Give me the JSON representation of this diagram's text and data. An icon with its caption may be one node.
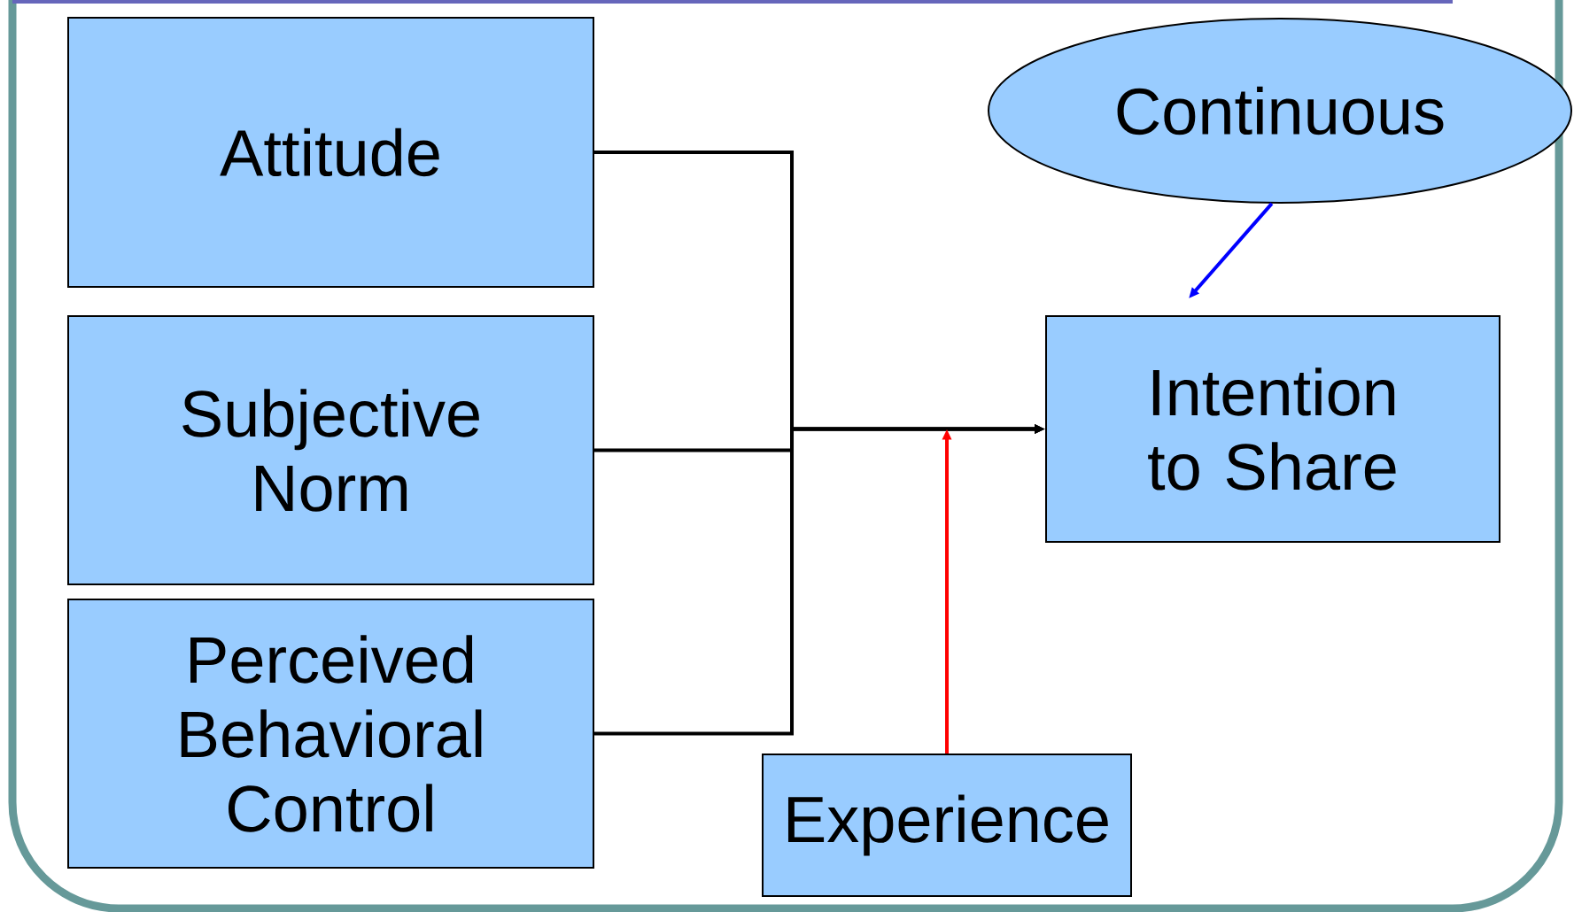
{
  "diagram": {
    "nodes": [
      {
        "text": [
          "Attitude"
        ]
      },
      {
        "text": [
          "Continuous"
        ]
      },
      {
        "text": [
          "Subjective Norm"
        ]
      },
      {
        "text": [
          "Intention to Share"
        ]
      },
      {
        "text": [
          "Perceived Behavioral Control"
        ]
      },
      {
        "text": [
          "Experience"
        ]
      }
    ],
    "edges": [
      {
        "from": 0,
        "to": 3,
        "arrow": "to"
      },
      {
        "from": 2,
        "to": 3,
        "arrow": "to"
      },
      {
        "from": 4,
        "to": 3,
        "arrow": "to"
      },
      {
        "from": 1,
        "to": 3,
        "arrow": "to",
        "color": "#0000ff"
      },
      {
        "from": 5,
        "to": null,
        "arrow": "to",
        "color": "#ff0000"
      }
    ]
  }
}
